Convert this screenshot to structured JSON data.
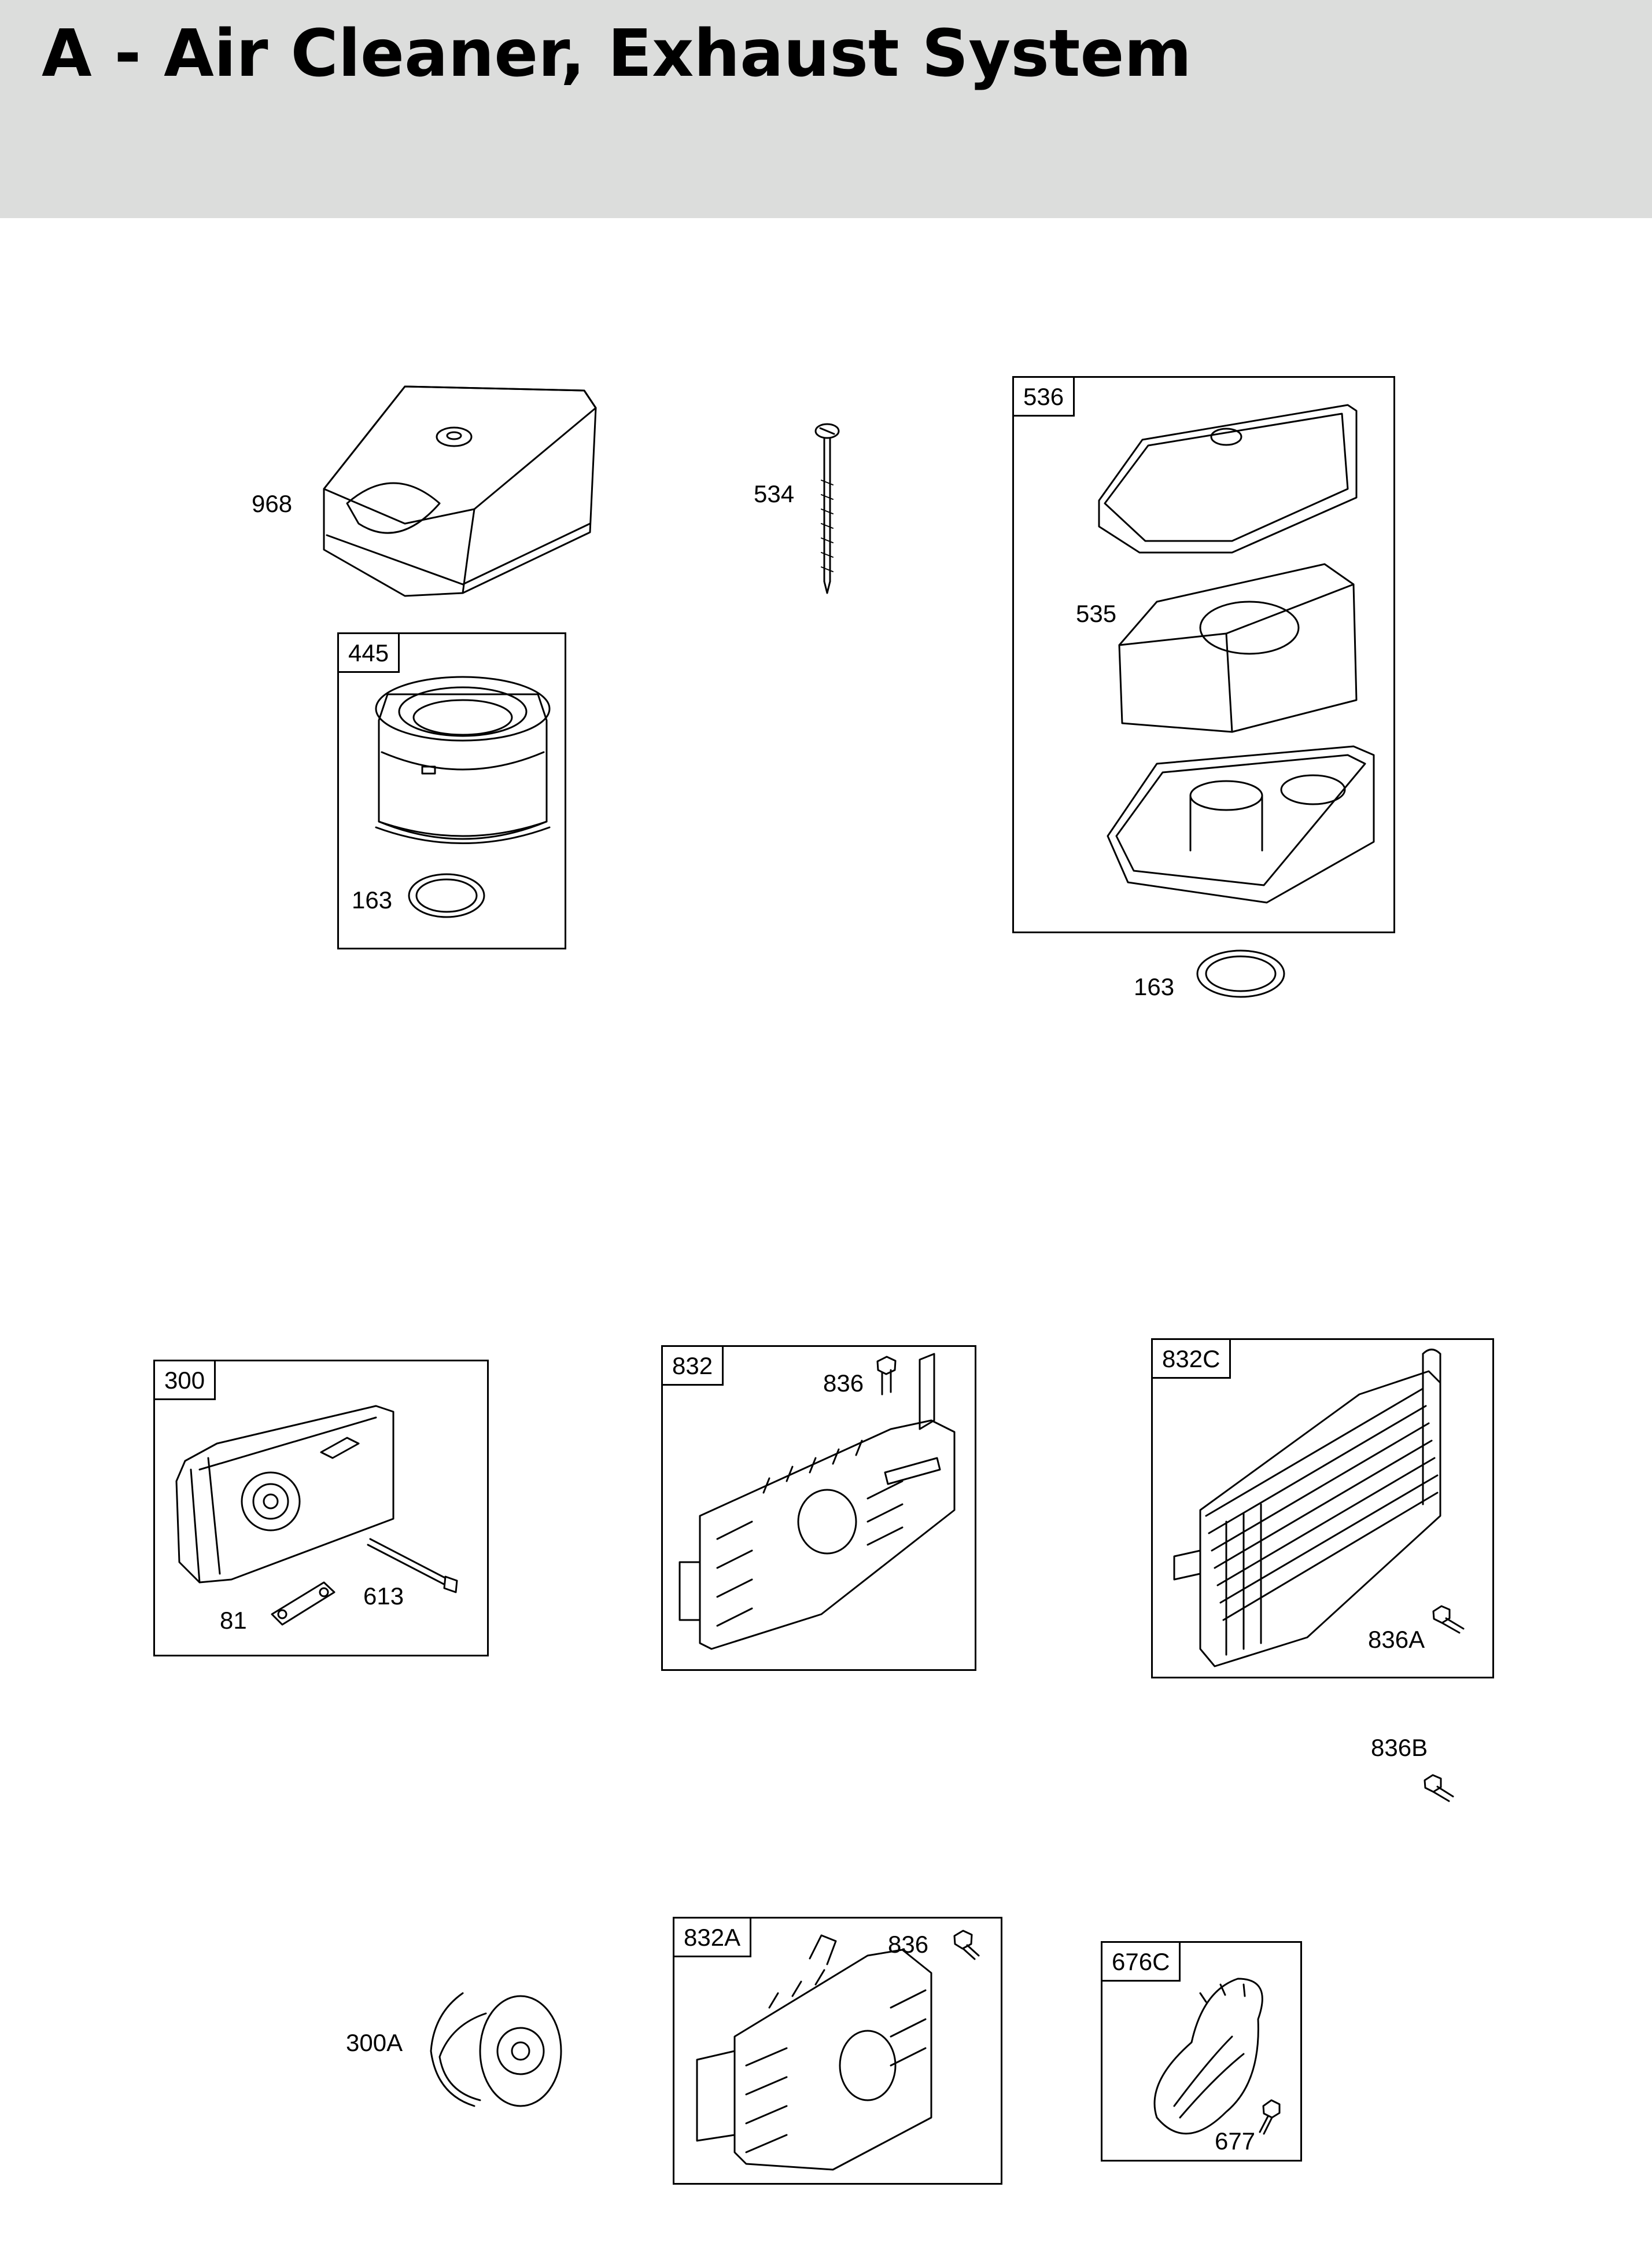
{
  "page": {
    "title": "A - Air Cleaner, Exhaust System",
    "header_color": "#dcdddc"
  },
  "groups": {
    "g536": "536",
    "g445": "445",
    "g300": "300",
    "g832": "832",
    "g832c": "832C",
    "g832a": "832A",
    "g676c": "676C"
  },
  "parts": {
    "p968": "968",
    "p534": "534",
    "p535": "535",
    "p163a": "163",
    "p163b": "163",
    "p81": "81",
    "p613": "613",
    "p836a": "836",
    "p836A": "836A",
    "p836B": "836B",
    "p300A": "300A",
    "p836b": "836",
    "p677": "677"
  }
}
